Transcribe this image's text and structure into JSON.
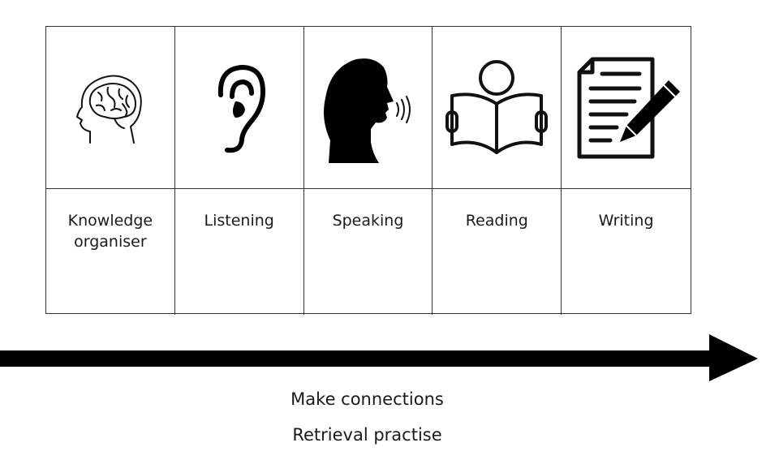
{
  "columns": [
    {
      "label": "Knowledge organiser",
      "icon": "brain-head-icon"
    },
    {
      "label": "Listening",
      "icon": "ear-icon"
    },
    {
      "label": "Speaking",
      "icon": "speaking-head-icon"
    },
    {
      "label": "Reading",
      "icon": "reader-book-icon"
    },
    {
      "label": "Writing",
      "icon": "document-pencil-icon"
    }
  ],
  "arrow": {
    "direction": "right",
    "color": "#000000"
  },
  "captions": [
    "Make connections",
    "Retrieval practise"
  ]
}
